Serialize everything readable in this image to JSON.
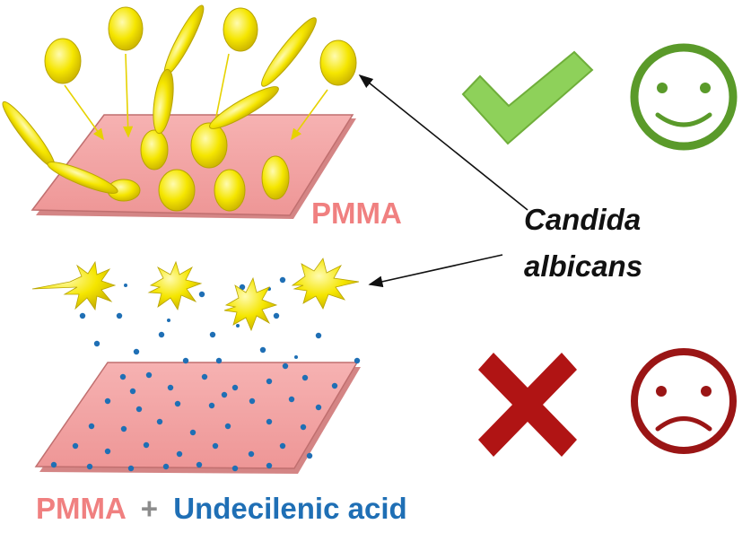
{
  "labels": {
    "top_material": "PMMA",
    "organism_line1": "Candida",
    "organism_line2": "albicans",
    "bottom_material": "PMMA",
    "plus": "+",
    "additive": "Undecilenic acid"
  },
  "colors": {
    "pmma_text": "#f08080",
    "additive_text": "#1f6fb5",
    "plus_text": "#8c8c8c",
    "slab_fill": "#f4a3a3",
    "slab_edge": "#c06060",
    "yeast_fill": "#f5e600",
    "yeast_edge": "#b8a400",
    "dot": "#1f6fb5",
    "check": "#7cc142",
    "happy_face": "#5a9a2a",
    "cross": "#b01414",
    "sad_face": "#9a1515"
  },
  "icons": {
    "top_result": "check-mark-icon",
    "top_emotion": "happy-face-icon",
    "bottom_result": "cross-mark-icon",
    "bottom_emotion": "sad-face-icon"
  }
}
